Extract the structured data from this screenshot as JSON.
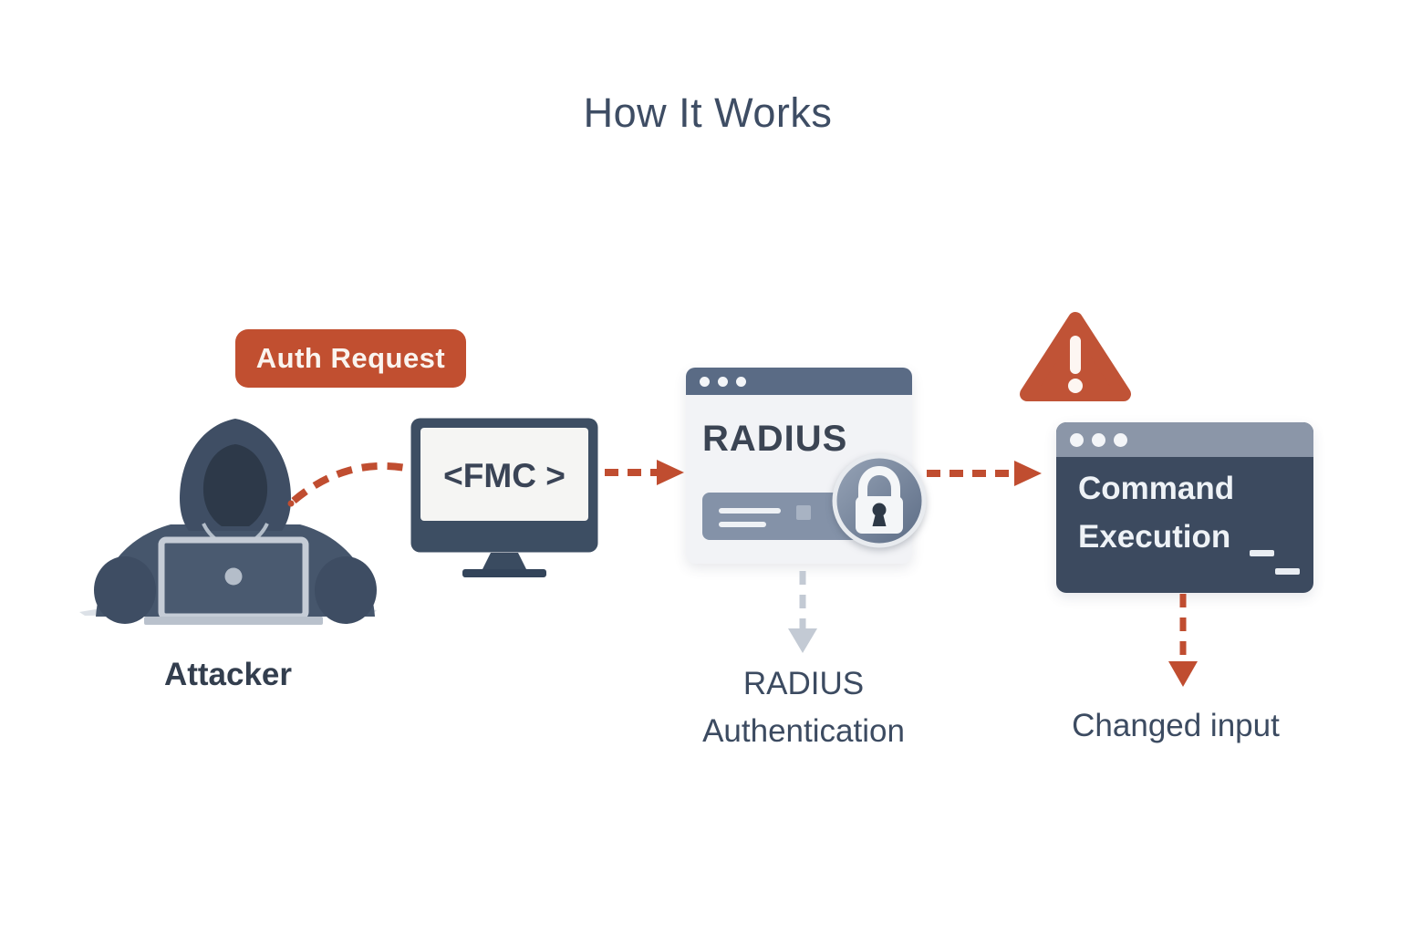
{
  "title": "How It Works",
  "auth_request": {
    "label": "Auth Request"
  },
  "attacker": {
    "label": "Attacker"
  },
  "fmc_monitor": {
    "screen_text": "<FMC >"
  },
  "radius_window": {
    "title": "RADIUS"
  },
  "command_window": {
    "line1": "Command",
    "line2": "Execution"
  },
  "flow_labels": {
    "radius_auth_line1": "RADIUS",
    "radius_auth_line2": "Authentication",
    "changed_input": "Changed input"
  },
  "icons": {
    "warning": "warning-triangle-icon",
    "lock": "lock-icon",
    "window_dots": "window-dots-icon",
    "terminal_cursor": "terminal-cursor-icon",
    "attacker": "hooded-attacker-icon",
    "monitor": "monitor-icon"
  },
  "colors": {
    "accent_red": "#c04d30",
    "slate_dark": "#3d4c61",
    "slate_titlebar": "#5a6b85",
    "titlebar_light": "#8b96a8",
    "window_body_light": "#f2f3f6",
    "content_bar_gray": "#8492a8",
    "arrow_gray": "#c3cad4",
    "text_dark": "#3a4456",
    "background": "#ffffff"
  }
}
